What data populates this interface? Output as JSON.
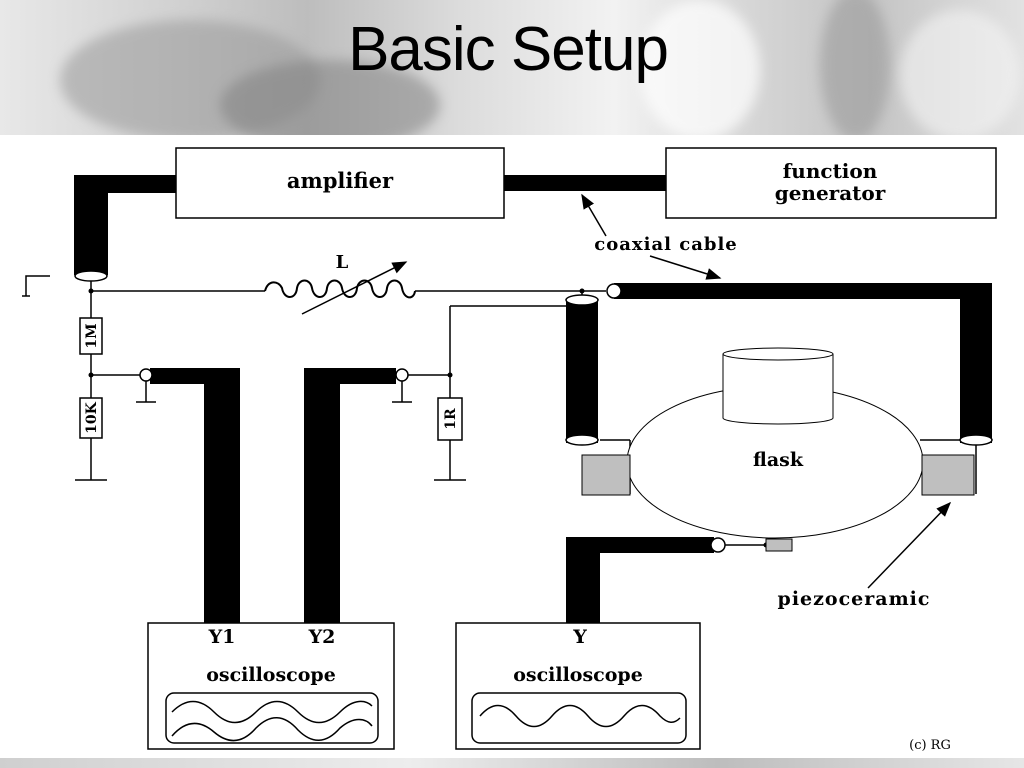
{
  "slide": {
    "title": "Basic Setup",
    "copyright": "(c) RG"
  },
  "components": {
    "amplifier": "amplifier",
    "function_generator_line1": "function",
    "function_generator_line2": "generator",
    "inductor": "L",
    "resistor_1m": "1M",
    "resistor_10k": "10K",
    "resistor_1r": "1R",
    "flask": "flask",
    "oscilloscope_left": "oscilloscope",
    "oscilloscope_right": "oscilloscope",
    "channel_y1": "Y1",
    "channel_y2": "Y2",
    "channel_y": "Y"
  },
  "annotations": {
    "coaxial_cable": "coaxial cable",
    "piezoceramic": "piezoceramic"
  }
}
